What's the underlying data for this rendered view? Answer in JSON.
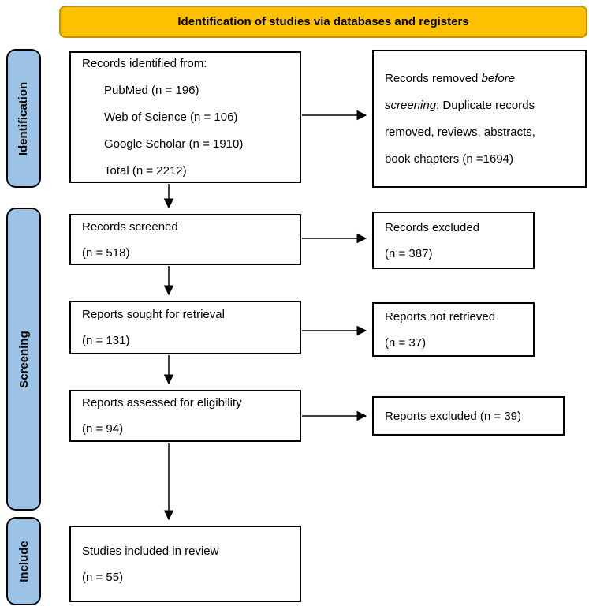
{
  "header": {
    "title": "Identification of studies via databases and registers"
  },
  "sidebar": {
    "identification": "Identification",
    "screening": "Screening",
    "include": "Include"
  },
  "boxes": {
    "identified": {
      "title": "Records identified from:",
      "items": [
        "PubMed (n = 196)",
        "Web of Science (n = 106)",
        "Google Scholar (n = 1910)",
        "Total (n = 2212)"
      ]
    },
    "removed": {
      "prefix": "Records removed ",
      "italic": "before screening",
      "suffix": ":",
      "detail": "Duplicate records removed, reviews, abstracts, book chapters (n =1694)"
    },
    "screened": {
      "label": "Records screened",
      "count": "(n = 518)"
    },
    "records_excluded": {
      "label": "Records excluded",
      "count": "(n = 387)"
    },
    "sought": {
      "label": "Reports sought for retrieval",
      "count": "(n = 131)"
    },
    "not_retrieved": {
      "label": "Reports not retrieved",
      "count": "(n = 37)"
    },
    "assessed": {
      "label": "Reports assessed for eligibility",
      "count": "(n = 94)"
    },
    "reports_excluded": {
      "label": "Reports excluded (n = 39)"
    },
    "included": {
      "label": "Studies included in review",
      "count": "(n = 55)"
    }
  },
  "colors": {
    "header_bg": "#FFC000",
    "header_border": "#BF9000",
    "sidebar_bg": "#9CC3E5",
    "box_border": "#000000",
    "arrow": "#000000"
  }
}
